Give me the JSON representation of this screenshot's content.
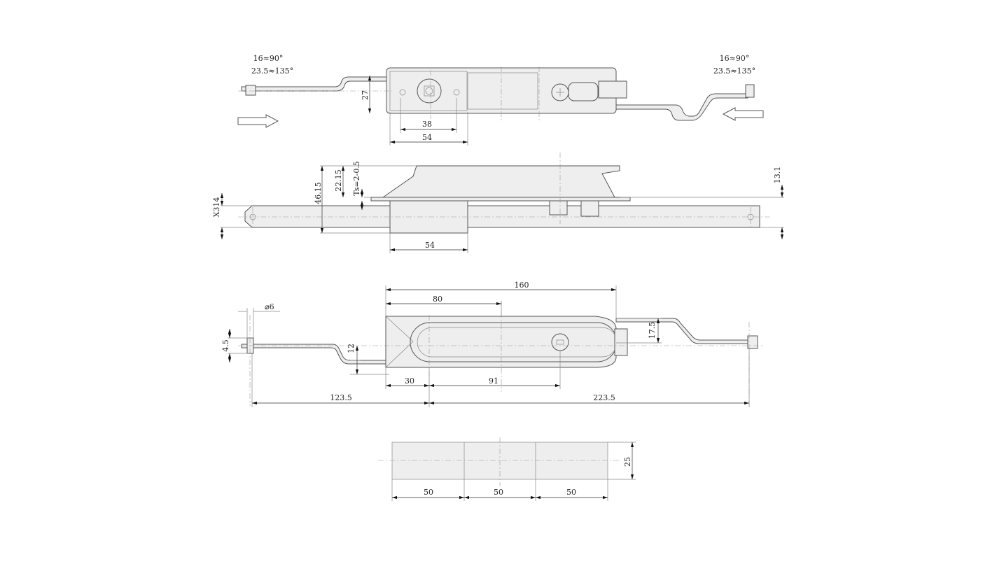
{
  "top_view": {
    "angle_left_1": "16≈90°",
    "angle_left_2": "23.5≈135°",
    "angle_right_1": "16≈90°",
    "angle_right_2": "23.5≈135°",
    "dim_height": "27",
    "dim_38": "38",
    "dim_54": "54"
  },
  "side_view": {
    "dim_46_15": "46.15",
    "dim_22_15": "22.15",
    "tolerance": "Ts=2-0.5",
    "rod_section": "X314",
    "dim_13_1": "13.1",
    "dim_54": "54"
  },
  "front_view": {
    "dim_160": "160",
    "dim_80": "80",
    "dim_diameter": "⌀6",
    "dim_4_5": "4.5",
    "dim_12": "12",
    "dim_17_5": "17.5",
    "dim_30": "30",
    "dim_91": "91",
    "dim_123_5": "123.5",
    "dim_223_5": "223.5"
  },
  "cutout_view": {
    "dim_25": "25",
    "dim_50_a": "50",
    "dim_50_b": "50",
    "dim_50_c": "50"
  }
}
